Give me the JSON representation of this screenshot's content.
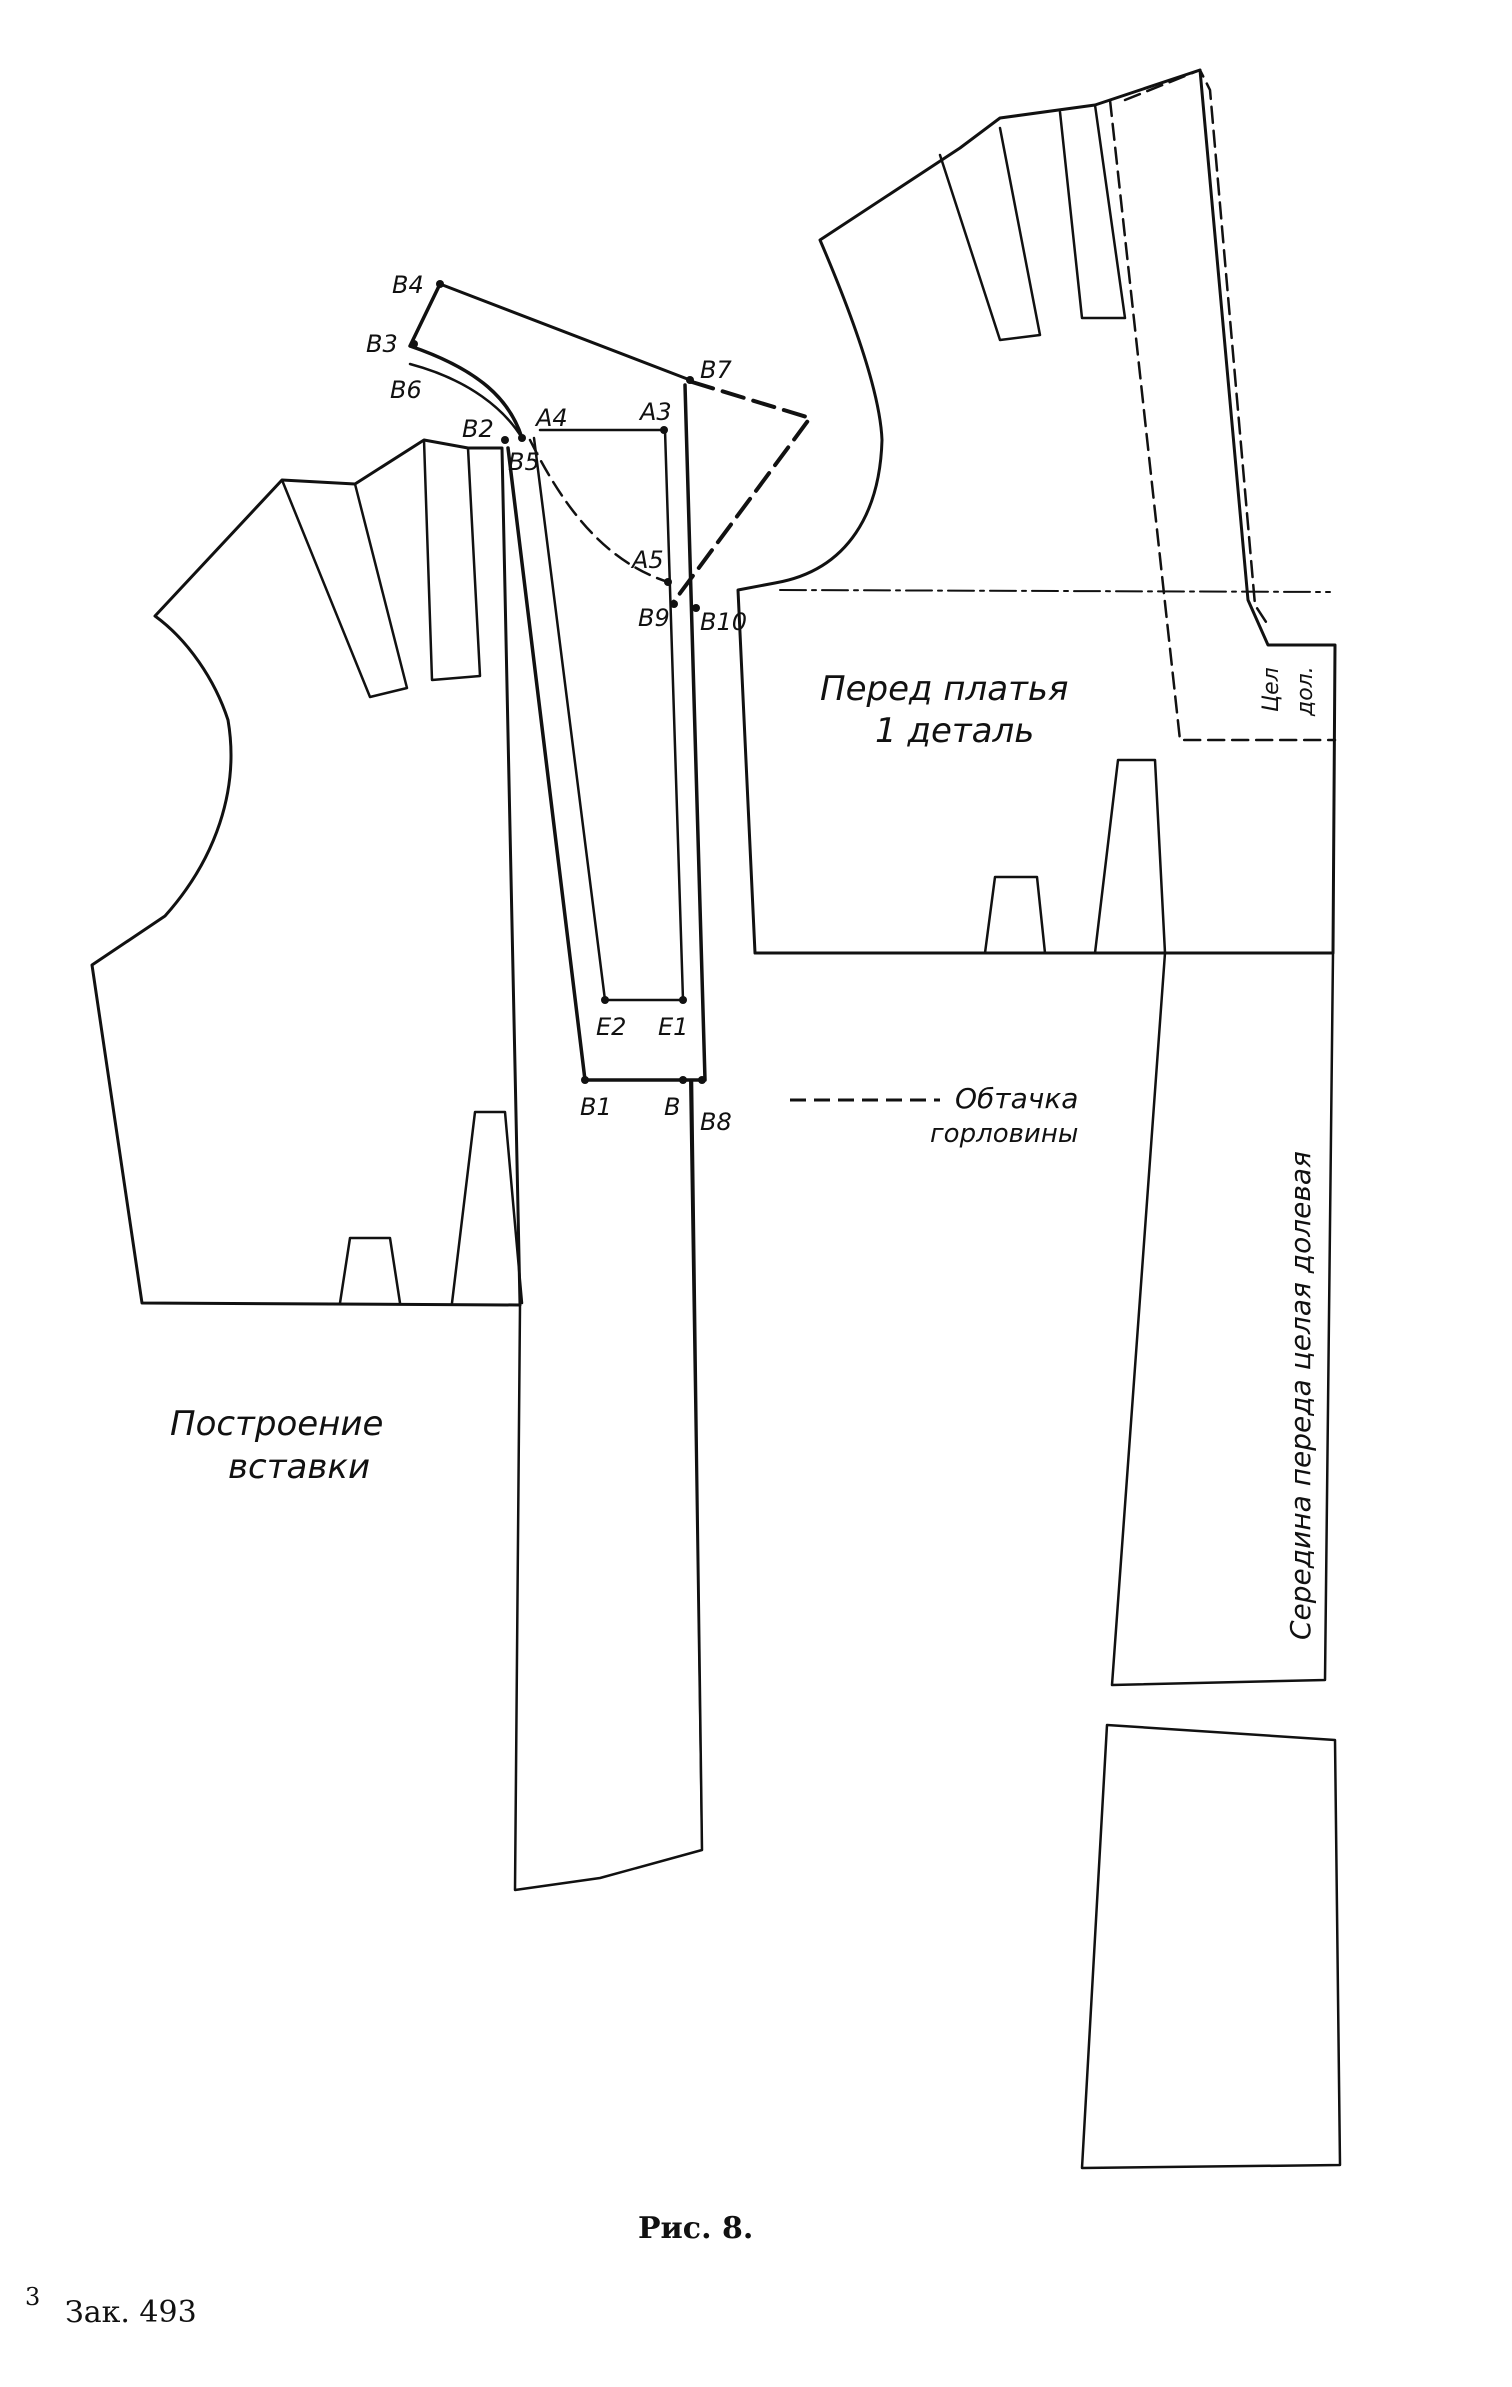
{
  "points": {
    "B4": "В4",
    "B3": "В3",
    "B6": "В6",
    "B2": "В2",
    "B5": "В5",
    "A4": "А4",
    "A3": "А3",
    "B7": "В7",
    "A5": "А5",
    "B9": "В9",
    "B10": "В10",
    "E2": "Е2",
    "E1": "Е1",
    "B1": "В1",
    "B": "В",
    "B8": "В8"
  },
  "labels": {
    "front_line1": "Перед платья",
    "front_line2": "1 деталь",
    "fold_line1": "Цел",
    "fold_line2": "дол.",
    "facing_line1": "Обтачка",
    "facing_line2": "горловины",
    "insert_line1": "Построение",
    "insert_line2": "вставки",
    "center_front": "Середина переда целая долевая"
  },
  "caption": "Рис. 8.",
  "footer": {
    "page": "3",
    "order": "Зак. 493"
  },
  "colors": {
    "ink": "#111111",
    "paper": "#ffffff"
  }
}
